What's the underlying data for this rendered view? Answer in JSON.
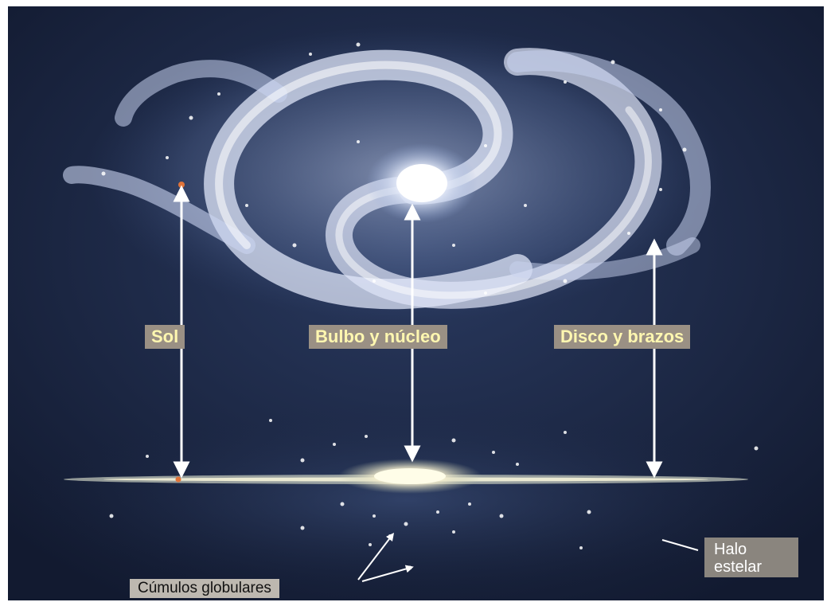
{
  "labels": {
    "sol": "Sol",
    "bulbo": "Bulbo y núcleo",
    "disco": "Disco y brazos",
    "halo": "Halo estelar",
    "cumulos": "Cúmulos globulares"
  },
  "colors": {
    "background": "#16213a",
    "label_box": "#9a9084",
    "label_text": "#fff7b0",
    "sun_marker": "#e0743a"
  }
}
